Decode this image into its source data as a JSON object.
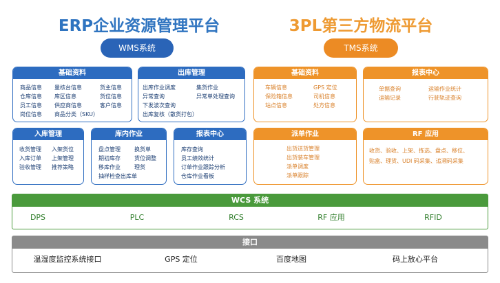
{
  "erp": {
    "title": "ERP企业资源管理平台",
    "wms_label": "WMS系统",
    "basic": {
      "title": "基础资料",
      "cols": [
        [
          "商品信息",
          "仓库信息",
          "员工信息",
          "岗位信息"
        ],
        [
          "量核台信息",
          "库区信息",
          "供应商信息",
          "商品分类（SKU）"
        ],
        [
          "货主信息",
          "货位信息",
          "客户信息"
        ]
      ]
    },
    "outbound": {
      "title": "出库管理",
      "rows": [
        [
          "出库作业调度",
          "集货作业"
        ],
        [
          "异常查询",
          "异常单处理查询"
        ],
        [
          "下发波次查询"
        ],
        [
          "出库复核（散货打包）"
        ]
      ]
    },
    "inbound": {
      "title": "入库管理",
      "cols": [
        [
          "收货管理",
          "入库订单",
          "验收管理"
        ],
        [
          "入架货位",
          "上架管理",
          "推荐策略"
        ]
      ]
    },
    "warehouse_ops": {
      "title": "库内作业",
      "cols": [
        [
          "盘点管理",
          "期初库存",
          "移库作业"
        ],
        [
          "换货单",
          "货位调整",
          "理货"
        ]
      ],
      "footer": "抽样检查出库单"
    },
    "report": {
      "title": "报表中心",
      "items": [
        "库存查询",
        "员工绩效统计",
        "订单作业跟踪分析",
        "仓库作业看板"
      ]
    }
  },
  "tpl": {
    "title": "3PL第三方物流平台",
    "tms_label": "TMS系统",
    "basic": {
      "title": "基础资料",
      "cols": [
        [
          "车辆信息",
          "保险箱信息",
          "站点信息"
        ],
        [
          "GPS 定位",
          "司机信息",
          "处方信息"
        ]
      ]
    },
    "report": {
      "title": "报表中心",
      "cols": [
        [
          "单据查询",
          "运输记录"
        ],
        [
          "运输作业统计",
          "行驶轨迹查询"
        ]
      ]
    },
    "dispatch": {
      "title": "派单作业",
      "items": [
        "出货送货管理",
        "出货装车管理",
        "派单调度",
        "派单跟踪"
      ]
    },
    "rf": {
      "title": "RF 应用",
      "lines": [
        "收货、验收、上架、拣选、盘点、移位、",
        "贴盒、理货、UDI 码采集、追溯码采集"
      ]
    }
  },
  "wcs": {
    "title": "WCS 系统",
    "items": [
      "DPS",
      "PLC",
      "RCS",
      "RF 应用",
      "RFID"
    ]
  },
  "interface": {
    "title": "接口",
    "items": [
      "温湿度监控系统接口",
      "GPS 定位",
      "百度地图",
      "码上放心平台"
    ]
  },
  "colors": {
    "erp_blue": "#2f74c0",
    "tpl_orange": "#ee9a32",
    "wcs_green": "#4a9a3c",
    "interface_gray": "#8a8a8a"
  }
}
